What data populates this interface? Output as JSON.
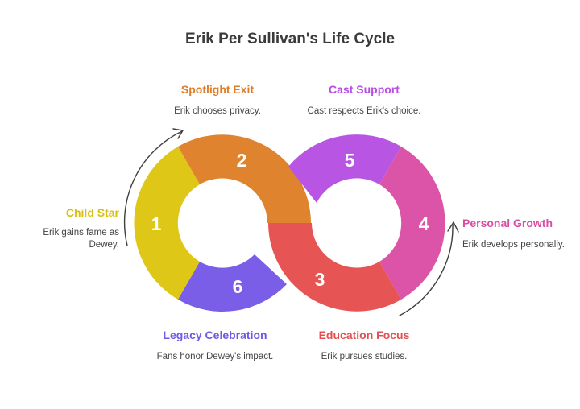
{
  "title": "Erik Per Sullivan's Life Cycle",
  "stages": [
    {
      "number": "1",
      "label": "Child Star",
      "description": "Erik gains fame as Dewey.",
      "color": "#dfc718"
    },
    {
      "number": "2",
      "label": "Spotlight Exit",
      "description": "Erik chooses privacy.",
      "color": "#e0832f"
    },
    {
      "number": "3",
      "label": "Education Focus",
      "description": "Erik pursues studies.",
      "color": "#e65454"
    },
    {
      "number": "4",
      "label": "Personal Growth",
      "description": "Erik develops personally.",
      "color": "#db54a8"
    },
    {
      "number": "5",
      "label": "Cast Support",
      "description": "Cast respects Erik's choice.",
      "color": "#b856e3"
    },
    {
      "number": "6",
      "label": "Legacy Celebration",
      "description": "Fans honor Dewey's impact.",
      "color": "#7a5ee8"
    }
  ]
}
